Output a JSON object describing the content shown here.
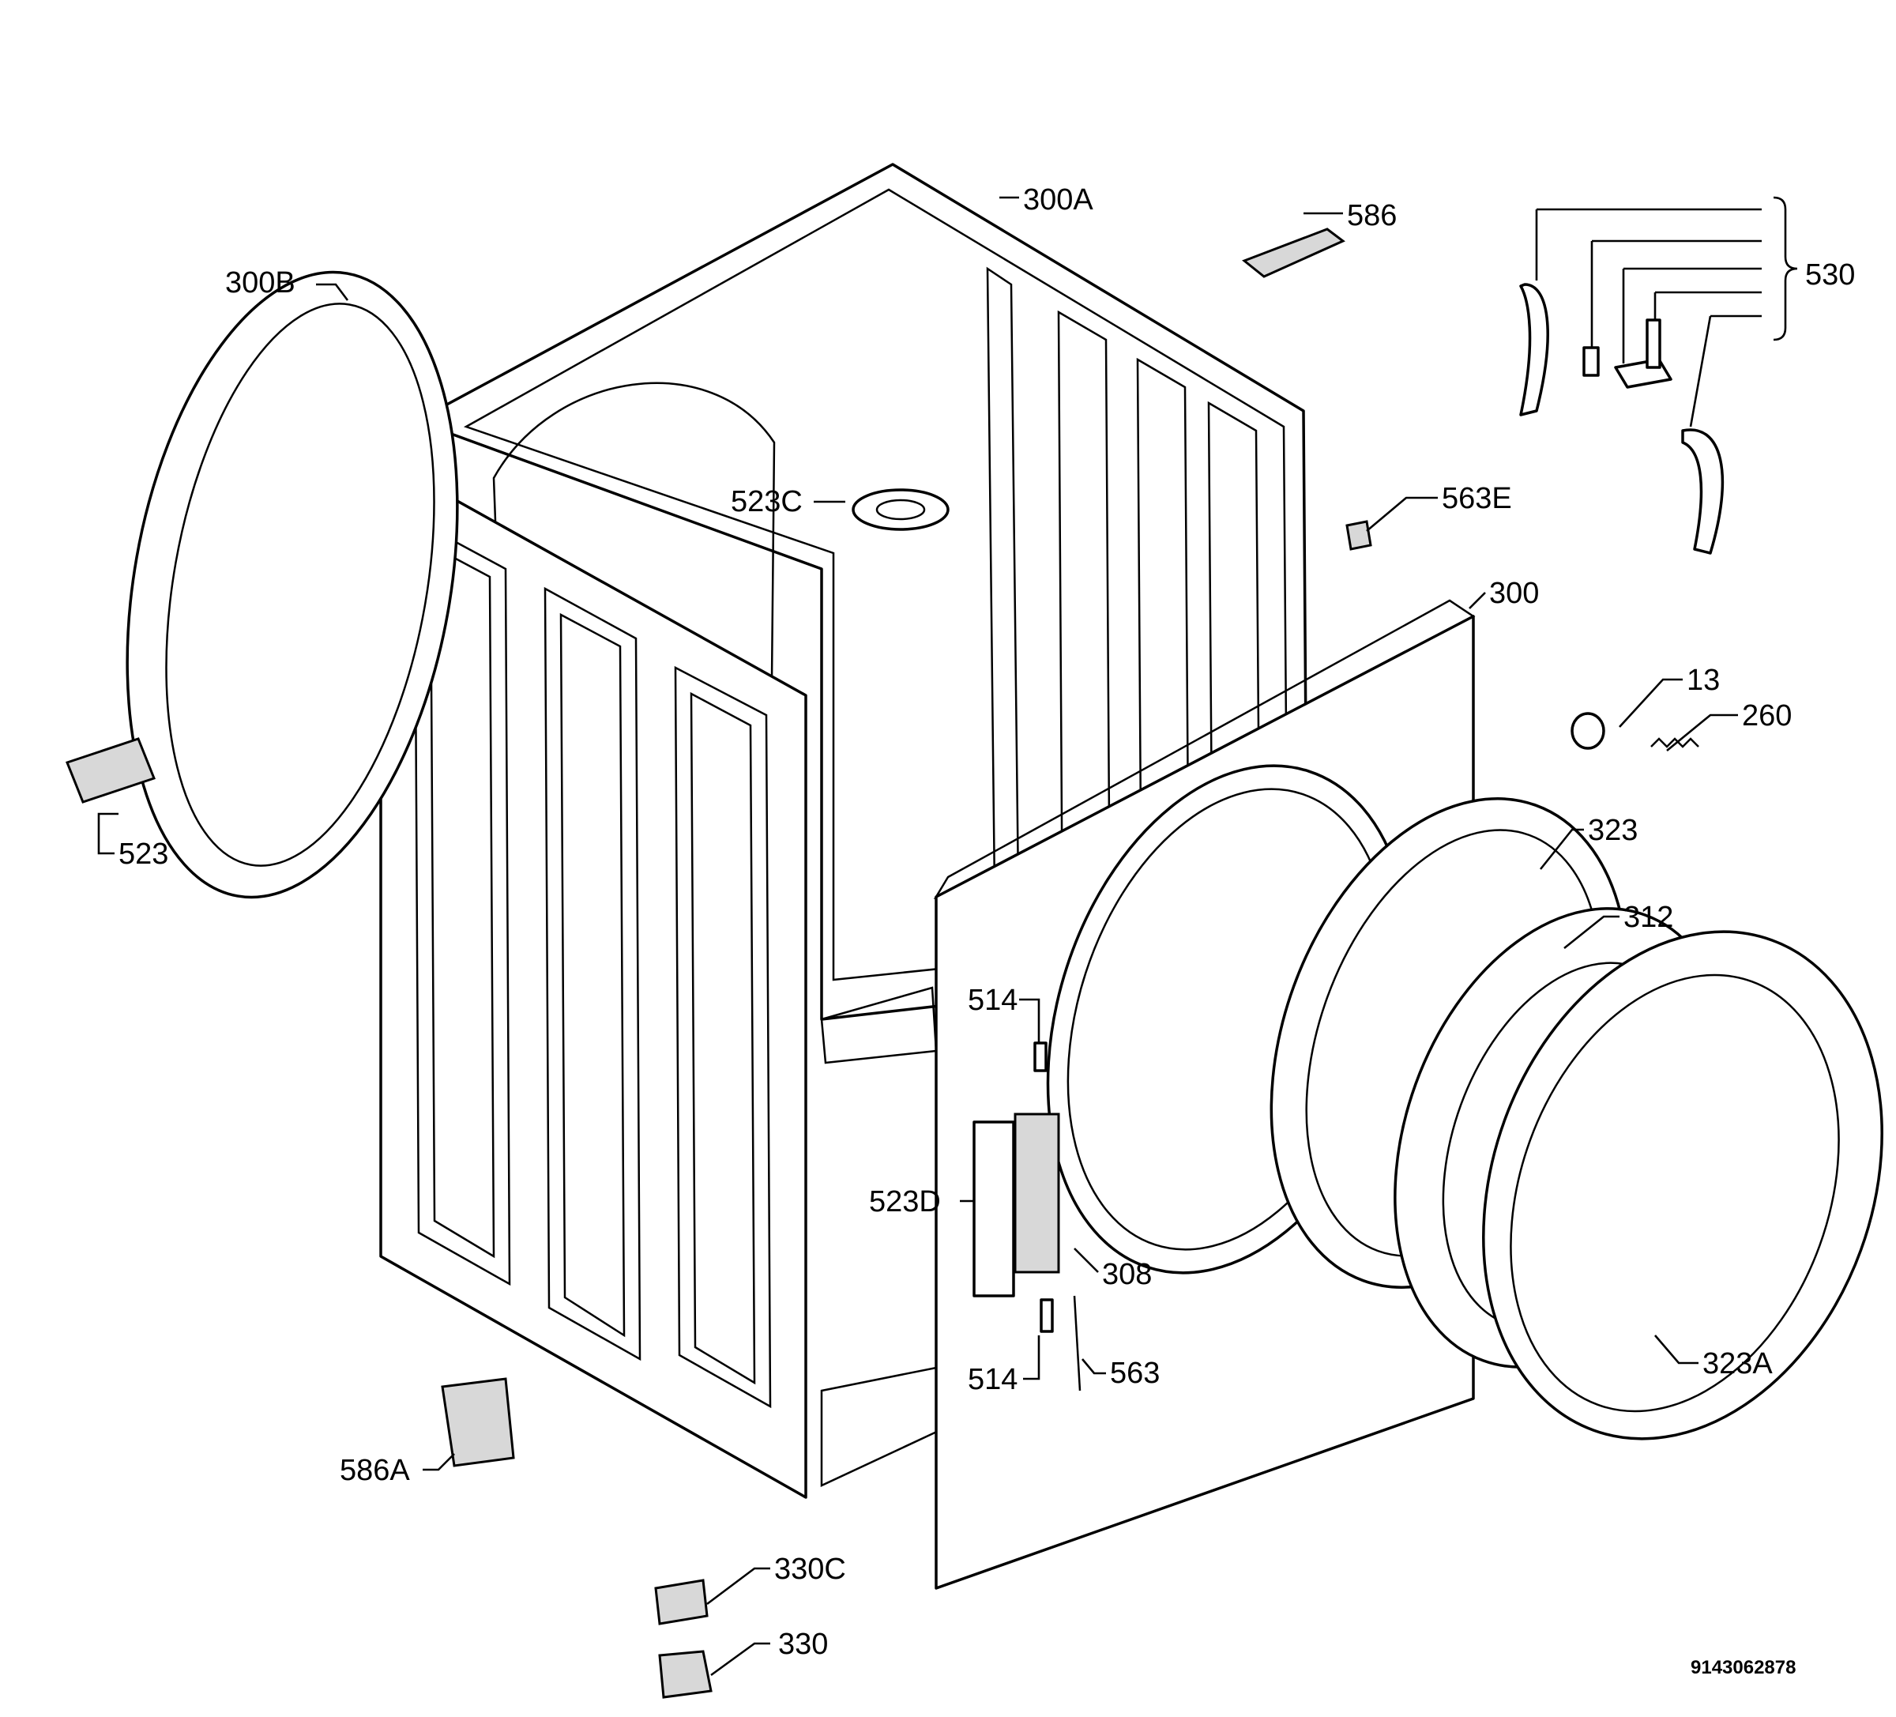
{
  "diagram": {
    "document_number": "9143062878",
    "callouts": {
      "c300A": "300A",
      "c586": "586",
      "c530": "530",
      "c300B": "300B",
      "c523C": "523C",
      "c563E": "563E",
      "c300": "300",
      "c13": "13",
      "c260": "260",
      "c523": "523",
      "c323": "323",
      "c312": "312",
      "c514a": "514",
      "c523D": "523D",
      "c308": "308",
      "c514b": "514",
      "c563": "563",
      "c323A": "323A",
      "c586A": "586A",
      "c330C": "330C",
      "c330": "330"
    }
  }
}
